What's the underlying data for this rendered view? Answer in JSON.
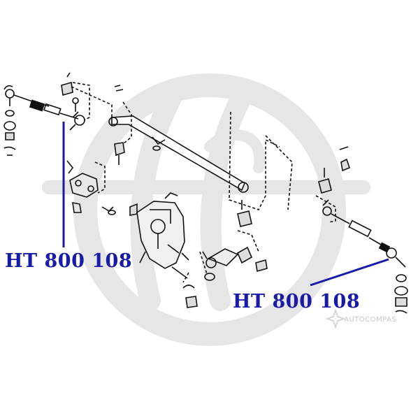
{
  "labels": {
    "left_part_number": "HT 800 108",
    "right_part_number": "HT 800 108"
  },
  "watermark": {
    "brand_text": "AUTOCOMPAS"
  },
  "colors": {
    "label": "#1a1aa8",
    "leader_line": "#1a1aa8",
    "drawing": "#111111",
    "logo_watermark": "#e4e4e4"
  }
}
